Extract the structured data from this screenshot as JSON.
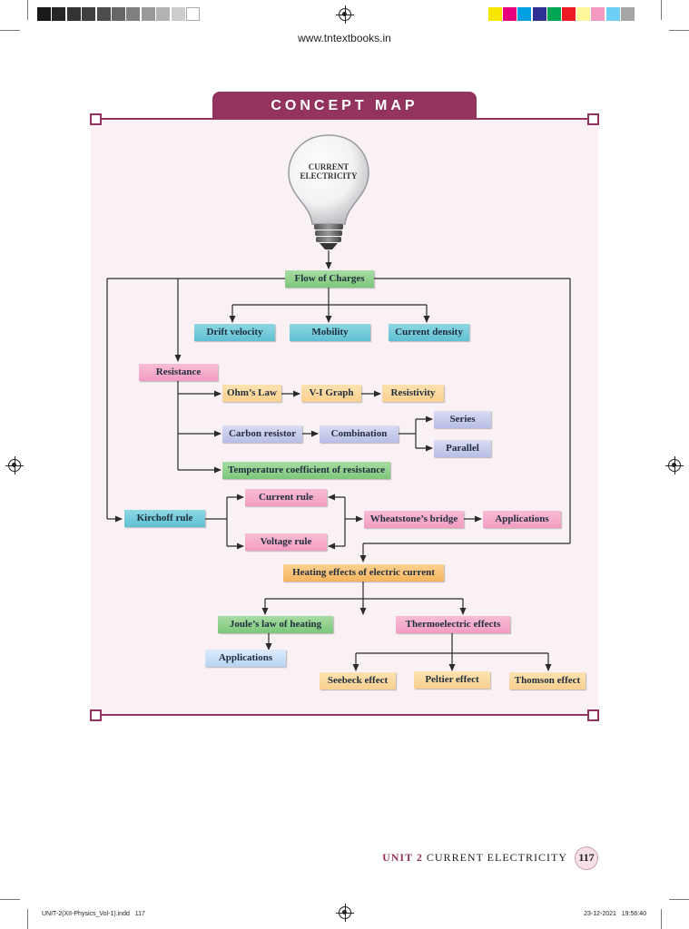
{
  "header": {
    "url": "www.tntextbooks.in"
  },
  "colorbar_left": [
    "#1a1a1a",
    "#262626",
    "#333333",
    "#404040",
    "#4d4d4d",
    "#666666",
    "#808080",
    "#999999",
    "#b3b3b3",
    "#cccccc",
    "#ffffff"
  ],
  "colorbar_right": [
    "#f7e600",
    "#e6007e",
    "#00a0e3",
    "#2e3192",
    "#00a651",
    "#ed1c24",
    "#fff799",
    "#f49ac1",
    "#6dcff6",
    "#a6a6a6"
  ],
  "title": "CONCEPT MAP",
  "bulb_label": {
    "line1": "CURRENT",
    "line2": "ELECTRICITY"
  },
  "nodes": {
    "flow_of_charges": "Flow of Charges",
    "drift_velocity": "Drift velocity",
    "mobility": "Mobility",
    "current_density": "Current density",
    "resistance": "Resistance",
    "ohms_law": "Ohm’s Law",
    "vi_graph": "V-I Graph",
    "resistivity": "Resistivity",
    "carbon_resistor": "Carbon resistor",
    "combination": "Combination",
    "series": "Series",
    "parallel": "Parallel",
    "temp_coeff": "Temperature coefficient of resistance",
    "current_rule": "Current rule",
    "kirchoff_rule": "Kirchoff rule",
    "voltage_rule": "Voltage rule",
    "wheatstone": "Wheatstone’s bridge",
    "applications_1": "Applications",
    "heating_effects": "Heating effects of electric current",
    "joules_law": "Joule’s law of heating",
    "thermoelectric": "Thermoelectric effects",
    "applications_2": "Applications",
    "seebeck": "Seebeck effect",
    "peltier": "Peltier effect",
    "thomson": "Thomson effect"
  },
  "footer": {
    "unit": "UNIT 2",
    "chapter": "CURRENT ELECTRICITY",
    "page_number": "117",
    "file": "UNIT-2(XII-Physics_Vol-1).indd   117",
    "datetime": "23-12-2021   19:56:40"
  }
}
